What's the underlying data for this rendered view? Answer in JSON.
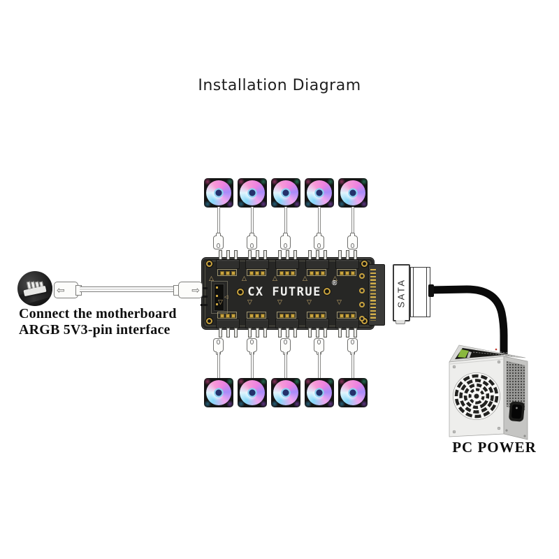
{
  "title": "Installation Diagram",
  "hub": {
    "brand": "CX FUTRUE",
    "trademark": "®",
    "top_port_count": 5,
    "bottom_port_count": 5
  },
  "fans": {
    "top_count": 5,
    "bottom_count": 5
  },
  "sata": {
    "label": "SATA"
  },
  "motherboard_note": {
    "line1": "Connect the motherboard",
    "line2": "ARGB 5V3-pin interface"
  },
  "psu": {
    "label": "PC POWER"
  },
  "icons": {
    "arrow_left": "⇦",
    "arrow_right": "⇨",
    "triangle_up": "△",
    "triangle_down": "▽",
    "triangle_left": "◁"
  },
  "colors": {
    "board": "#272725",
    "gold": "#c9a33f",
    "cable": "#0a0a0a",
    "psu_green": "#8ab83e",
    "fan_pink": "#ee82e0",
    "fan_blue": "#86d7f8"
  }
}
